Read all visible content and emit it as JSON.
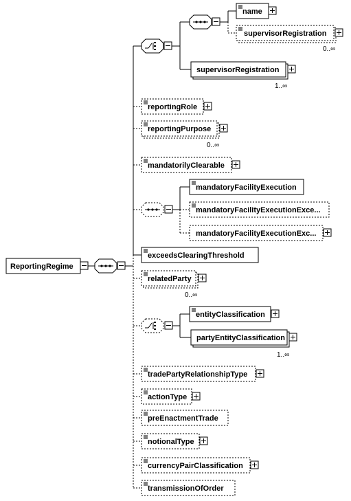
{
  "root": {
    "label": "ReportingRegime"
  },
  "nodes": {
    "name": "name",
    "supervisorRegistration_opt": "supervisorRegistration",
    "supervisorRegistration_opt_occ": "0..∞",
    "supervisorRegistration_req": "supervisorRegistration",
    "supervisorRegistration_req_occ": "1..∞",
    "reportingRole": "reportingRole",
    "reportingPurpose": "reportingPurpose",
    "reportingPurpose_occ": "0..∞",
    "mandatorilyClearable": "mandatorilyClearable",
    "mandatoryFacilityExecution": "mandatoryFacilityExecution",
    "mandatoryFacilityExecutionExce": "mandatoryFacilityExecutionExce...",
    "mandatoryFacilityExecutionExc": "mandatoryFacilityExecutionExc...",
    "exceedsClearingThreshold": "exceedsClearingThreshold",
    "relatedParty": "relatedParty",
    "relatedParty_occ": "0..∞",
    "entityClassification": "entityClassification",
    "partyEntityClassification": "partyEntityClassification",
    "partyEntityClassification_occ": "1..∞",
    "tradePartyRelationshipType": "tradePartyRelationshipType",
    "actionType": "actionType",
    "preEnactmentTrade": "preEnactmentTrade",
    "notionalType": "notionalType",
    "currencyPairClassification": "currencyPairClassification",
    "transmissionOfOrder": "transmissionOfOrder"
  }
}
